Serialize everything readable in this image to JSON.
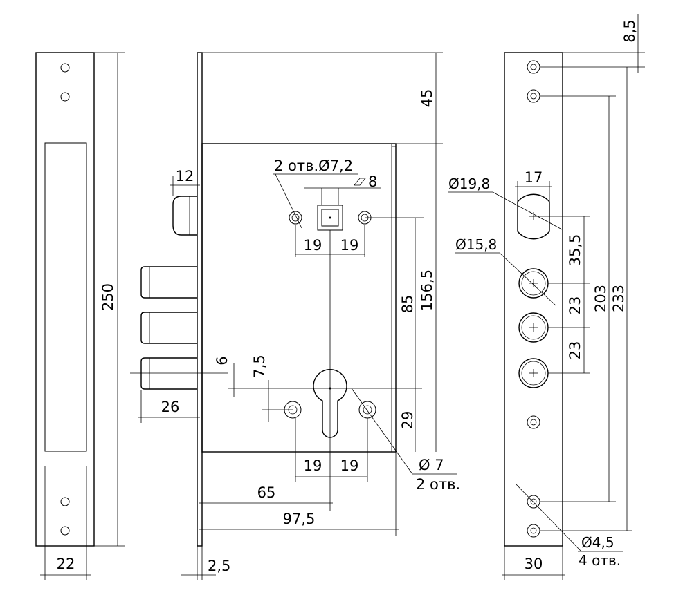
{
  "diagram": {
    "left_plate": {
      "dims": {
        "height": "250",
        "width": "22"
      }
    },
    "lock_body": {
      "dims": {
        "top": "45",
        "bolt_w": "12",
        "holes_label": "2 отв.Ø7,2",
        "square": "8",
        "h19a": "19",
        "h19b": "19",
        "d85": "85",
        "d156": "156,5",
        "v6": "6",
        "v75": "7,5",
        "bolt_len": "26",
        "d29": "29",
        "b19a": "19",
        "b19b": "19",
        "hole7": "Ø 7",
        "hole7_count": "2 отв.",
        "d65": "65",
        "d975": "97,5",
        "d25": "2,5"
      }
    },
    "right_plate": {
      "dims": {
        "top": "8,5",
        "d198": "Ø19,8",
        "w17": "17",
        "d158": "Ø15,8",
        "d355": "35,5",
        "d23a": "23",
        "d23b": "23",
        "d203": "203",
        "d233": "233",
        "d45": "Ø4,5",
        "holes4": "4 отв.",
        "width": "30"
      }
    }
  }
}
